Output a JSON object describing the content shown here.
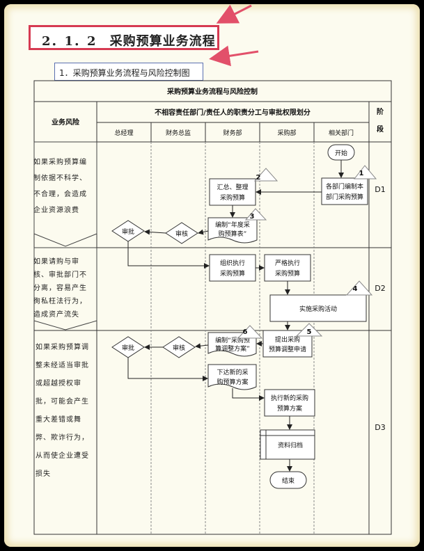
{
  "section_title": "2．1．2　采购预算业务流程",
  "subsection_title": "1．采购预算业务流程与风险控制图",
  "table": {
    "title": "采购预算业务流程与风险控制",
    "risk_header": "业务风险",
    "duties_header": "不相容责任部门/责任人的职责分工与审批权限划分",
    "stage_header_1": "阶",
    "stage_header_2": "段",
    "lanes": [
      "总经理",
      "财务总监",
      "财务部",
      "采购部",
      "相关部门"
    ]
  },
  "stages": [
    "D1",
    "D2",
    "D3"
  ],
  "risks": [
    "如果采购预算编制依据不科学、不合理，会造成企业资源浪费",
    "如果请购与审核、审批部门不分离，容易产生徇私枉法行为，造成资产流失",
    "如果采购预算调整未经适当审批或超越授权审批，可能会产生重大差错或舞弊、欺诈行为，从而使企业遭受损失"
  ],
  "flow": {
    "start": "开始",
    "dept_prepare_1": "各部门编制本",
    "dept_prepare_2": "部门采购预算",
    "summarize_1": "汇总、整理",
    "summarize_2": "采购预算",
    "annual_doc_1": "编制“年度采",
    "annual_doc_2": "购预算表”",
    "review": "审核",
    "approve": "审批",
    "organize_1": "组织执行",
    "organize_2": "采购预算",
    "execute_1": "严格执行",
    "execute_2": "采购预算",
    "implement": "实施采购活动",
    "submit_1": "提出采购",
    "submit_2": "预算调整申请",
    "adjust_doc_1": "编制“采购预",
    "adjust_doc_2": "算调整方案”",
    "new_plan_1": "下达新的采",
    "new_plan_2": "购预算方案",
    "exec_new_1": "执行新的采购",
    "exec_new_2": "预算方案",
    "archive": "资料归档",
    "end": "结束"
  },
  "markers": [
    "2",
    "1",
    "3",
    "4",
    "5",
    "6"
  ],
  "colors": {
    "title_border": "#d63a52",
    "annotation_arrow": "#e2506a",
    "page_background": "#fcfbef"
  }
}
